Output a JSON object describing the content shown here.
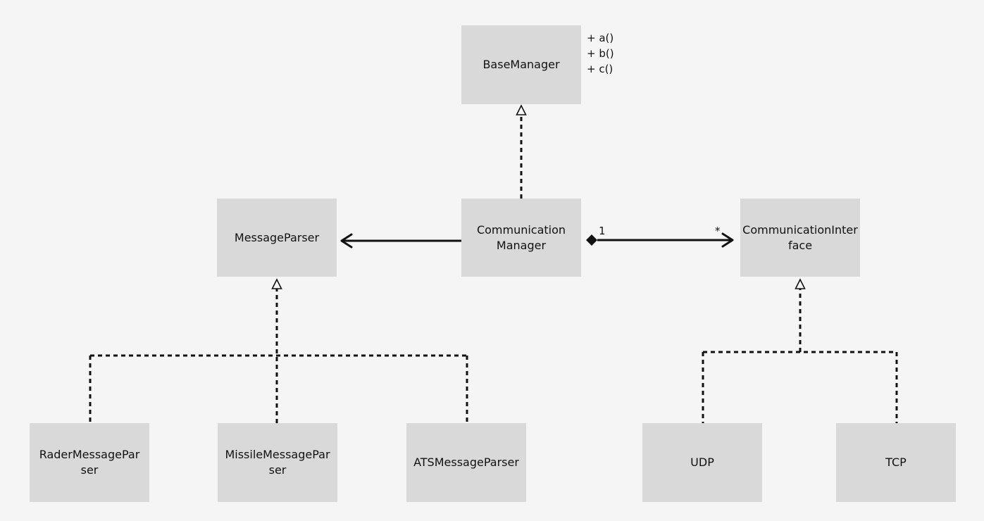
{
  "classes": {
    "base_manager": {
      "name": "BaseManager",
      "methods": "+ a()\n+ b()\n+ c()"
    },
    "message_parser": {
      "name": "MessageParser"
    },
    "communication_manager": {
      "name": "Communication\nManager"
    },
    "communication_interface": {
      "name": "CommunicationInter\nface"
    },
    "rader_message_parser": {
      "name": "RaderMessagePar\nser"
    },
    "missile_message_parser": {
      "name": "MissileMessagePar\nser"
    },
    "ats_message_parser": {
      "name": "ATSMessageParser"
    },
    "udp": {
      "name": "UDP"
    },
    "tcp": {
      "name": "TCP"
    }
  },
  "relations": {
    "composition_source_multiplicity": "1",
    "composition_target_multiplicity": "*"
  },
  "colors": {
    "background": "#f5f5f5",
    "box_fill": "#d9d9d9",
    "line": "#111111"
  }
}
